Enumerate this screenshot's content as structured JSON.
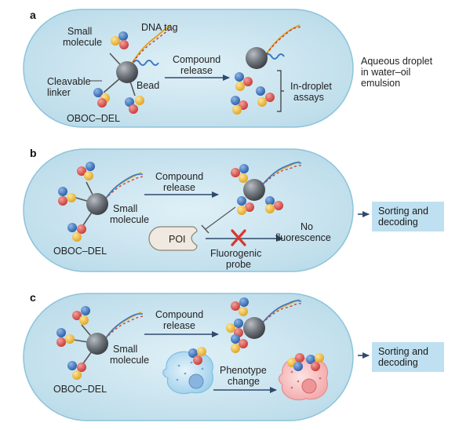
{
  "panel_a": {
    "letter": "a",
    "small_molecule_line1": "Small",
    "small_molecule_line2": "molecule",
    "dna_tag": "DNA tag",
    "cleavable_line1": "Cleavable",
    "cleavable_line2": "linker",
    "bead": "Bead",
    "release_line1": "Compound",
    "release_line2": "release",
    "assays_line1": "In-droplet",
    "assays_line2": "assays",
    "library": "OBOC–DEL",
    "droplet_line1": "Aqueous droplet",
    "droplet_line2": "in water–oil",
    "droplet_line3": "emulsion"
  },
  "panel_b": {
    "letter": "b",
    "release_line1": "Compound",
    "release_line2": "release",
    "small_molecule_line1": "Small",
    "small_molecule_line2": "molecule",
    "library": "OBOC–DEL",
    "poi": "POI",
    "no_fluor_line1": "No",
    "no_fluor_line2": "fluorescence",
    "probe_line1": "Fluorogenic",
    "probe_line2": "probe",
    "sorting_line1": "Sorting and",
    "sorting_line2": "decoding"
  },
  "panel_c": {
    "letter": "c",
    "release_line1": "Compound",
    "release_line2": "release",
    "small_molecule_line1": "Small",
    "small_molecule_line2": "molecule",
    "library": "OBOC–DEL",
    "phenotype_line1": "Phenotype",
    "phenotype_line2": "change",
    "sorting_line1": "Sorting and",
    "sorting_line2": "decoding"
  },
  "colors": {
    "droplet_fill": "#cfe7f1",
    "droplet_stroke": "#8dc3da",
    "bead": "#6f757c",
    "ball_red": "#e05553",
    "ball_blue": "#3a78c4",
    "ball_yellow": "#f3c23a",
    "sort_box": "#bfe0f0",
    "arrow": "#2f4a6e",
    "cross": "#d9372f"
  }
}
